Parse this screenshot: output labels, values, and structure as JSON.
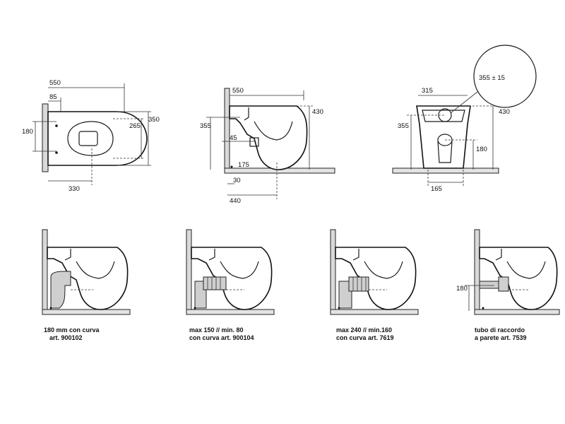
{
  "views": {
    "top_view": {
      "d550": "550",
      "d85": "85",
      "d350": "350",
      "d265": "265",
      "d180": "180",
      "d330": "330"
    },
    "side_view": {
      "d550": "550",
      "d430": "430",
      "d355": "355",
      "d45": "45",
      "d175": "175",
      "d30": "30",
      "d440": "440"
    },
    "front_view": {
      "d355_15": "355 ± 15",
      "d315": "315",
      "d430": "430",
      "d355": "355",
      "d180": "180",
      "d165": "165"
    }
  },
  "installations": [
    {
      "line1": "180 mm con curva",
      "line2": "art. 900102"
    },
    {
      "line1": "max 150 // min. 80",
      "line2": "con curva art. 900104"
    },
    {
      "line1": "max 240 // min.160",
      "line2": "con curva art. 7619"
    },
    {
      "line1": "tubo di raccordo",
      "line2": "a parete art. 7539",
      "dim": "180"
    }
  ]
}
